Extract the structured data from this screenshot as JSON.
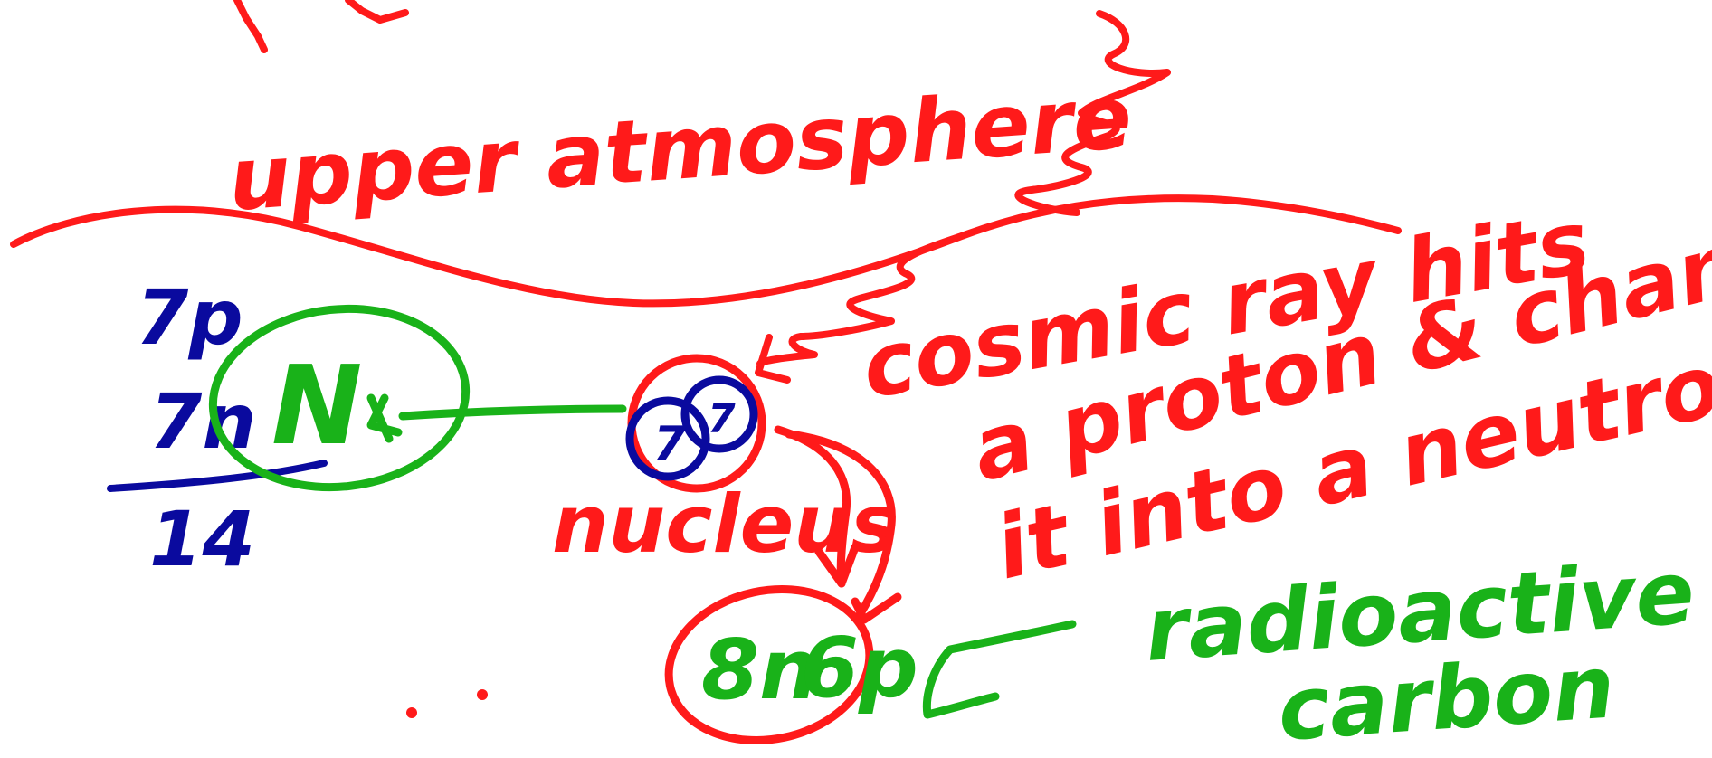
{
  "colors": {
    "red": "#ff1a1a",
    "blue": "#0a0a9e",
    "green": "#19b219",
    "background": "#ffffff"
  },
  "labels": {
    "upper_atmosphere": "upper atmosphere",
    "nitrogen_protons": "7p",
    "nitrogen_neutrons": "7n",
    "nitrogen_mass": "14",
    "nitrogen_symbol": "N",
    "nucleus_left": "7",
    "nucleus_right": "7",
    "nucleus": "nucleus",
    "cosmic_line1": "cosmic ray hits",
    "cosmic_line2": "a proton & changes",
    "cosmic_line3": "it into a neutron",
    "carbon_neutrons": "8n",
    "carbon_protons": "6p",
    "radioactive": "radioactive",
    "carbon": "carbon"
  }
}
